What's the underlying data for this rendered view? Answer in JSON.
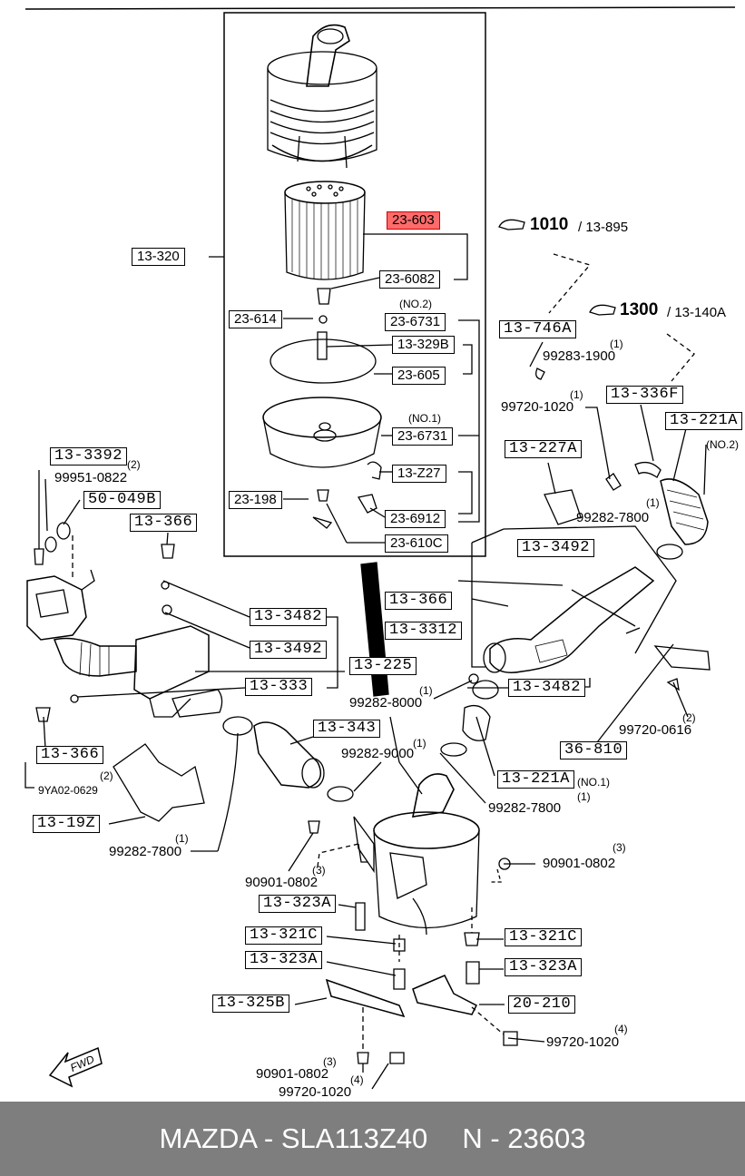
{
  "footer": {
    "part_ref": "MAZDA - SLA113Z40",
    "number": "N - 23603"
  },
  "refs": {
    "r1010": "1010",
    "r1010_sub": "/ 13-895",
    "r1300": "1300",
    "r1300_sub": "/ 13-140A"
  },
  "labels": {
    "l_23603": "23-603",
    "l_236082": "23-6082",
    "l_13320": "13-320",
    "l_23614": "23-614",
    "l_no2_a": "(NO.2)",
    "l_236731a": "23-6731",
    "l_13329b": "13-329B",
    "l_23605": "23-605",
    "l_no1_a": "(NO.1)",
    "l_236731b": "23-6731",
    "l_13z27": "13-Z27",
    "l_23198": "23-198",
    "l_236912": "23-6912",
    "l_23610c": "23-610C",
    "l_13746a": "13-746A",
    "l_q1a": "(1)",
    "l_992831900": "99283-1900",
    "l_13336f": "13-336F",
    "l_q1b": "(1)",
    "l_997201020a": "99720-1020",
    "l_13221a_top": "13-221A",
    "l_no2_b": "(NO.2)",
    "l_13227a": "13-227A",
    "l_q1c": "(1)",
    "l_992827800a": "99282-7800",
    "l_133392": "13-3392",
    "l_q2a": "(2)",
    "l_999510822": "99951-0822",
    "l_50049b": "50-049B",
    "l_13366a": "13-366",
    "l_133492a": "13-3492",
    "l_13366b": "13-366",
    "l_133482a": "13-3482",
    "l_133312": "13-3312",
    "l_133492b": "13-3492",
    "l_13225": "13-225",
    "l_13333": "13-333",
    "l_q1d": "(1)",
    "l_992828000": "99282-8000",
    "l_133482b": "13-3482",
    "l_q2b": "(2)",
    "l_997200616": "99720-0616",
    "l_13366c": "13-366",
    "l_q2c": "(2)",
    "l_9ya020629": "9YA02-0629",
    "l_13343": "13-343",
    "l_q1e": "(1)",
    "l_992829000": "99282-9000",
    "l_36810": "36-810",
    "l_13221a_mid": "13-221A",
    "l_no1_b": "(NO.1)",
    "l_q1f": "(1)",
    "l_992827800b": "99282-7800",
    "l_1319z": "13-19Z",
    "l_q1g": "(1)",
    "l_992827800c": "99282-7800",
    "l_q3a": "(3)",
    "l_909010802a": "90901-0802",
    "l_q3b": "(3)",
    "l_909010802b": "90901-0802",
    "l_13323a_a": "13-323A",
    "l_13321c_a": "13-321C",
    "l_13321c_b": "13-321C",
    "l_13323a_b": "13-323A",
    "l_13323a_c": "13-323A",
    "l_13325b": "13-325B",
    "l_20210": "20-210",
    "l_q4a": "(4)",
    "l_997201020b": "99720-1020",
    "l_q3c": "(3)",
    "l_909010802c": "90901-0802",
    "l_q4b": "(4)",
    "l_997201020c": "99720-1020",
    "l_fwd": "FWD"
  }
}
